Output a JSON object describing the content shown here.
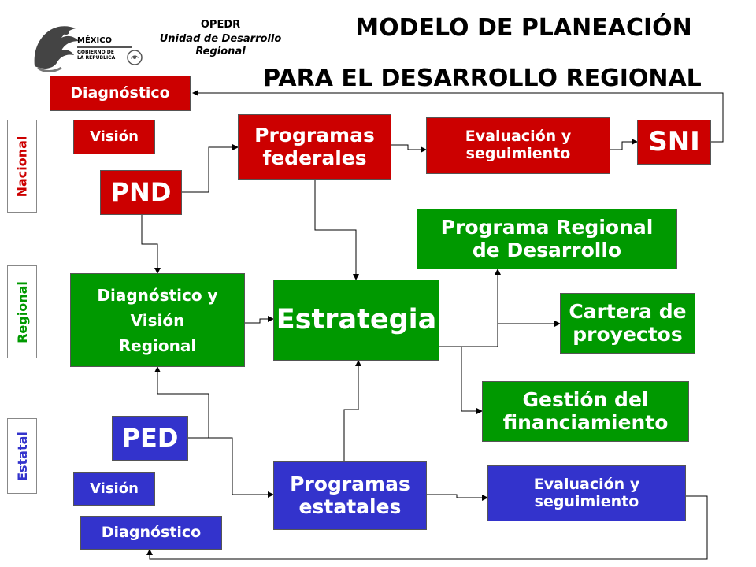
{
  "header": {
    "org_line1": "OPEDR",
    "org_line2": "Unidad de Desarrollo\nRegional",
    "title_line1": "MODELO DE PLANEACIÓN",
    "title_line2": "PARA EL DESARROLLO REGIONAL"
  },
  "logo": {
    "country": "MÉXICO",
    "gov_line": "GOBIERNO DE\nLA REPUBLICA"
  },
  "levels": {
    "nacional": "Nacional",
    "regional": "Regional",
    "estatal": "Estatal"
  },
  "nodes": {
    "diagnostico_nac": "Diagnóstico",
    "vision_nac": "Visión",
    "pnd": "PND",
    "programas_federales": "Programas\nfederales",
    "evaluacion_nac": "Evaluación y\nseguimiento",
    "sni": "SNI",
    "programa_regional": "Programa Regional\nde Desarrollo",
    "diagnostico_vision_regional": "Diagnóstico y\nVisión\nRegional",
    "estrategia": "Estrategia",
    "cartera": "Cartera de\nproyectos",
    "gestion": "Gestión del\nfinanciamiento",
    "ped": "PED",
    "vision_est": "Visión",
    "diagnostico_est": "Diagnóstico",
    "programas_estatales": "Programas\nestatales",
    "evaluacion_est": "Evaluación y\nseguimiento"
  },
  "colors": {
    "nacional": "#cc0000",
    "regional": "#009900",
    "estatal": "#3333cc"
  }
}
